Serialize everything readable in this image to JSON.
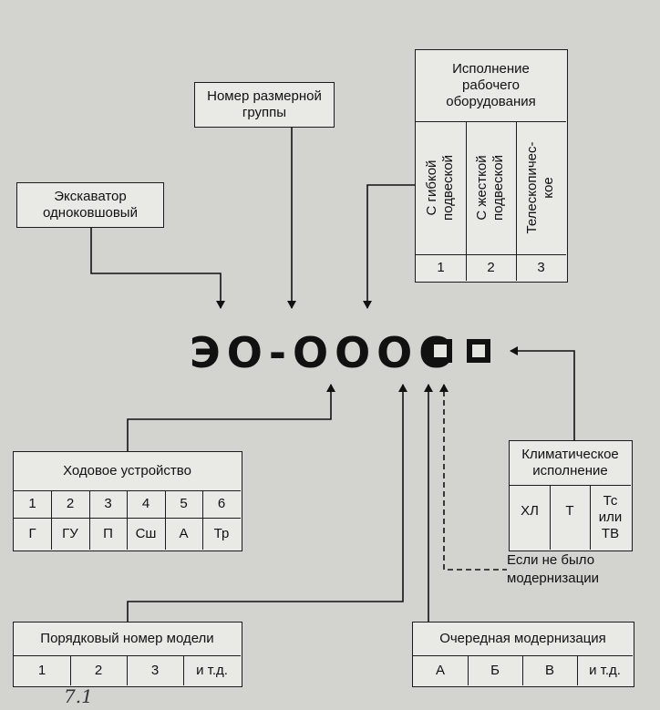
{
  "excavator": {
    "line1": "Экскаватор",
    "line2": "одноковшовый"
  },
  "size_group": {
    "line1": "Номер размерной",
    "line2": "группы"
  },
  "equipment": {
    "title": [
      "Исполнение",
      "рабочего",
      "оборудования"
    ],
    "cols": [
      {
        "label": [
          "С гибкой",
          "подвеской"
        ],
        "num": "1"
      },
      {
        "label": [
          "С жесткой",
          "подвеской"
        ],
        "num": "2"
      },
      {
        "label": [
          "Телескопичес-",
          "кое"
        ],
        "num": "3"
      }
    ]
  },
  "code": {
    "prefix": "ЭО-",
    "digits": "OOOO"
  },
  "chassis": {
    "title": "Ходовое устройство",
    "nums": [
      "1",
      "2",
      "3",
      "4",
      "5",
      "6"
    ],
    "codes": [
      "Г",
      "ГУ",
      "П",
      "Сш",
      "А",
      "Тр"
    ]
  },
  "climate": {
    "title": [
      "Климатическое",
      "исполнение"
    ],
    "options": [
      [
        "ХЛ"
      ],
      [
        "Т"
      ],
      [
        "Тс",
        "или",
        "ТВ"
      ]
    ]
  },
  "no_mod_note": [
    "Если не было",
    "модернизации"
  ],
  "model_number": {
    "title": "Порядковый номер модели",
    "items": [
      "1",
      "2",
      "3",
      "и т.д."
    ]
  },
  "modernization": {
    "title": "Очередная модернизация",
    "items": [
      "А",
      "Б",
      "В",
      "и т.д."
    ]
  },
  "page_mark": "7.1"
}
